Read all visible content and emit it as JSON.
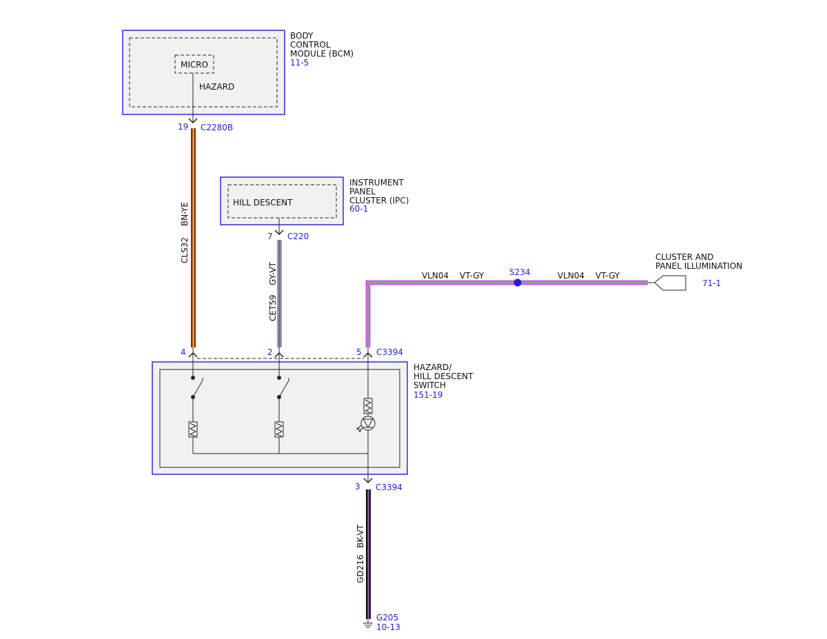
{
  "colors": {
    "component_border": "#2b2bd8",
    "component_fill": "#f1f1f1",
    "reference_text": "#1f1fd6",
    "label_text": "#111111",
    "wire_bn_ye_base": "#8b2e16",
    "wire_bn_ye_stripe": "#f2c100",
    "wire_gy_vt_base": "#9a9a9a",
    "wire_gy_vt_stripe": "#8a4fbf",
    "wire_vt_gy_base": "#c266d8",
    "wire_vt_gy_stripe": "#9a9a9a",
    "wire_bk_vt_base": "#111111",
    "wire_bk_vt_stripe": "#a25fd0",
    "splice": "#1f1fd6"
  },
  "components": {
    "bcm": {
      "name_lines": [
        "BODY",
        "CONTROL",
        "MODULE (BCM)"
      ],
      "ref": "11-5",
      "internal_block": "MICRO",
      "signal": "HAZARD"
    },
    "ipc": {
      "name_lines": [
        "INSTRUMENT",
        "PANEL",
        "CLUSTER (IPC)"
      ],
      "ref": "60-1",
      "internal_block": "HILL DESCENT"
    },
    "switch": {
      "name_lines": [
        "HAZARD/",
        "HILL DESCENT",
        "SWITCH"
      ],
      "ref": "151-19"
    },
    "illumination": {
      "name_lines": [
        "CLUSTER AND",
        "PANEL ILLUMINATION"
      ],
      "ref": "71-1"
    },
    "ground": {
      "name": "G205",
      "ref": "10-13"
    }
  },
  "connectors": {
    "bcm": {
      "pin": "19",
      "name": "C2280B"
    },
    "ipc": {
      "pin": "7",
      "name": "C220"
    },
    "switch_pin4": {
      "pin": "4"
    },
    "switch_pin2": {
      "pin": "2"
    },
    "switch_pin5": {
      "pin": "5",
      "name": "C3394"
    },
    "switch_pin3": {
      "pin": "3",
      "name": "C3394"
    }
  },
  "wires": {
    "hazard": {
      "circuit": "CLS32",
      "color": "BN-YE"
    },
    "hill_descent": {
      "circuit": "CET59",
      "color": "GY-VT"
    },
    "illum_left": {
      "circuit": "VLN04",
      "color": "VT-GY"
    },
    "illum_right": {
      "circuit": "VLN04",
      "color": "VT-GY"
    },
    "ground": {
      "circuit": "GD216",
      "color": "BK-VT"
    }
  },
  "splice": {
    "name": "S234"
  },
  "icons": [
    "switch-icon",
    "resistor-icon",
    "led-icon",
    "ground-icon",
    "splice-icon",
    "connector-pin-icon"
  ]
}
